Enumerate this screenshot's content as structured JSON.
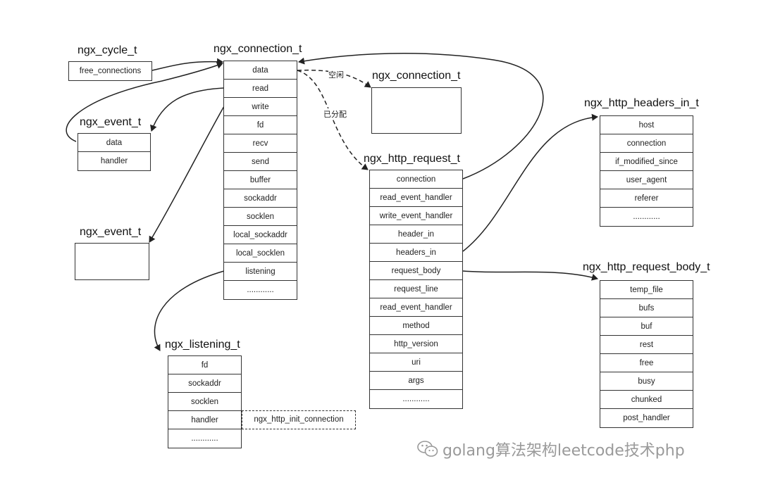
{
  "structs": {
    "cycle": {
      "title": "ngx_cycle_t",
      "fields": [
        "free_connections"
      ]
    },
    "connection": {
      "title": "ngx_connection_t",
      "fields": [
        "data",
        "read",
        "write",
        "fd",
        "recv",
        "send",
        "buffer",
        "sockaddr",
        "socklen",
        "local_sockaddr",
        "local_socklen",
        "listening",
        "............"
      ]
    },
    "event1": {
      "title": "ngx_event_t",
      "fields": [
        "data",
        "handler"
      ]
    },
    "event2": {
      "title": "ngx_event_t"
    },
    "connection2": {
      "title": "ngx_connection_t"
    },
    "listening": {
      "title": "ngx_listening_t",
      "fields": [
        "fd",
        "sockaddr",
        "socklen",
        "handler",
        "............"
      ]
    },
    "request": {
      "title": "ngx_http_request_t",
      "fields": [
        "connection",
        "read_event_handler",
        "write_event_handler",
        "header_in",
        "headers_in",
        "request_body",
        "request_line",
        "read_event_handler",
        "method",
        "http_version",
        "uri",
        "args",
        "............"
      ]
    },
    "headers_in": {
      "title": "ngx_http_headers_in_t",
      "fields": [
        "host",
        "connection",
        "if_modified_since",
        "user_agent",
        "referer",
        "............"
      ]
    },
    "request_body": {
      "title": "ngx_http_request_body_t",
      "fields": [
        "temp_file",
        "bufs",
        "buf",
        "rest",
        "free",
        "busy",
        "chunked",
        "post_handler"
      ]
    }
  },
  "init_connection": "ngx_http_init_connection",
  "edge_labels": {
    "idle": "空闲",
    "allocated": "已分配"
  },
  "watermark": {
    "text": "golang算法架构leetcode技术php",
    "icon": "wechat-icon"
  }
}
